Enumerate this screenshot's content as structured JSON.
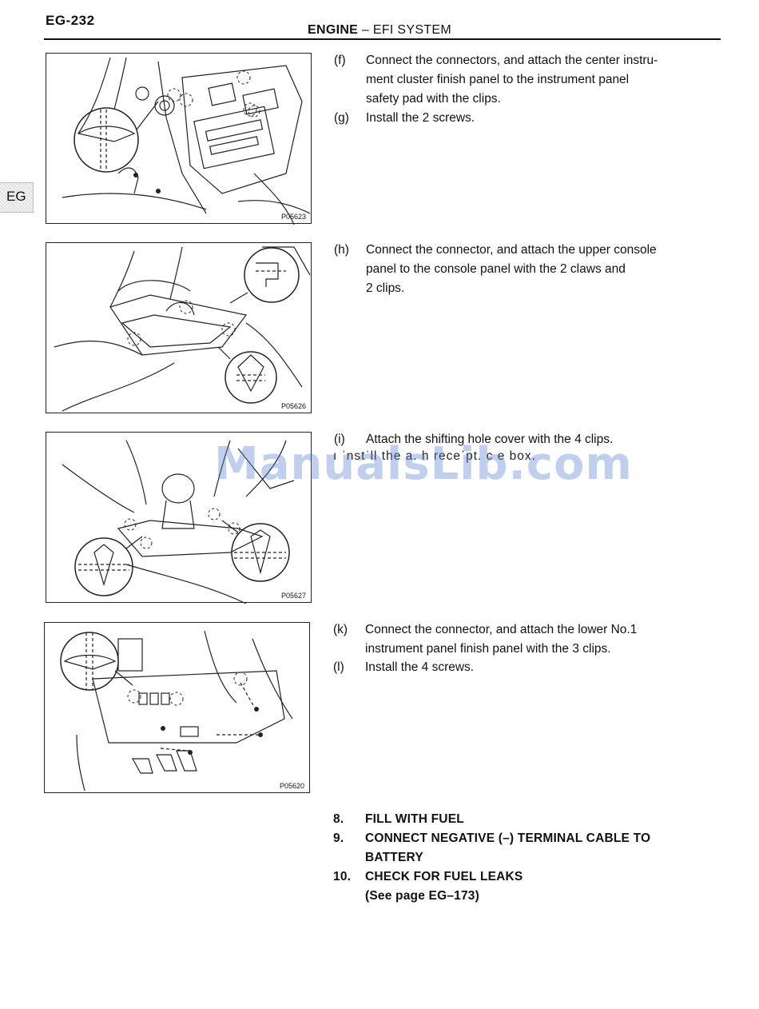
{
  "header": {
    "page_number": "EG-232",
    "section_bold": "ENGINE",
    "section_rest": " – EFI SYSTEM"
  },
  "side_tab": "EG",
  "figures": [
    {
      "code": "P05623"
    },
    {
      "code": "P05626"
    },
    {
      "code": "P05627"
    },
    {
      "code": "P05620"
    }
  ],
  "steps": {
    "f": {
      "letter": "(f)",
      "lines": [
        "Connect the connectors, and attach the center instru-",
        "ment cluster finish panel to the instrument panel",
        "safety pad with the clips."
      ]
    },
    "g": {
      "letter": "(g)",
      "lines": [
        "Install the 2 screws."
      ]
    },
    "h": {
      "letter": "(h)",
      "lines": [
        "Connect the connector, and attach the upper console",
        "panel to the console panel with the 2 claws and",
        "2 clips."
      ]
    },
    "i": {
      "letter": "(i)",
      "lines": [
        "Attach the shifting hole cover with the 4 clips."
      ]
    },
    "j_garbled": "ı   ˈnstˈll the a. h receˈpt. c e box.",
    "k": {
      "letter": "(k)",
      "lines": [
        "Connect the connector, and attach the lower No.1",
        "instrument panel finish panel with the 3 clips."
      ]
    },
    "l": {
      "letter": "(l)",
      "lines": [
        "Install the 4 screws."
      ]
    }
  },
  "numbered_steps": [
    {
      "number": "8.",
      "lines": [
        "FILL WITH FUEL"
      ]
    },
    {
      "number": "9.",
      "lines": [
        "CONNECT NEGATIVE (–) TERMINAL CABLE TO",
        "BATTERY"
      ]
    },
    {
      "number": "10.",
      "lines": [
        "CHECK FOR FUEL LEAKS",
        "(See page EG–173)"
      ]
    }
  ],
  "watermark": "ManualsLib.com"
}
